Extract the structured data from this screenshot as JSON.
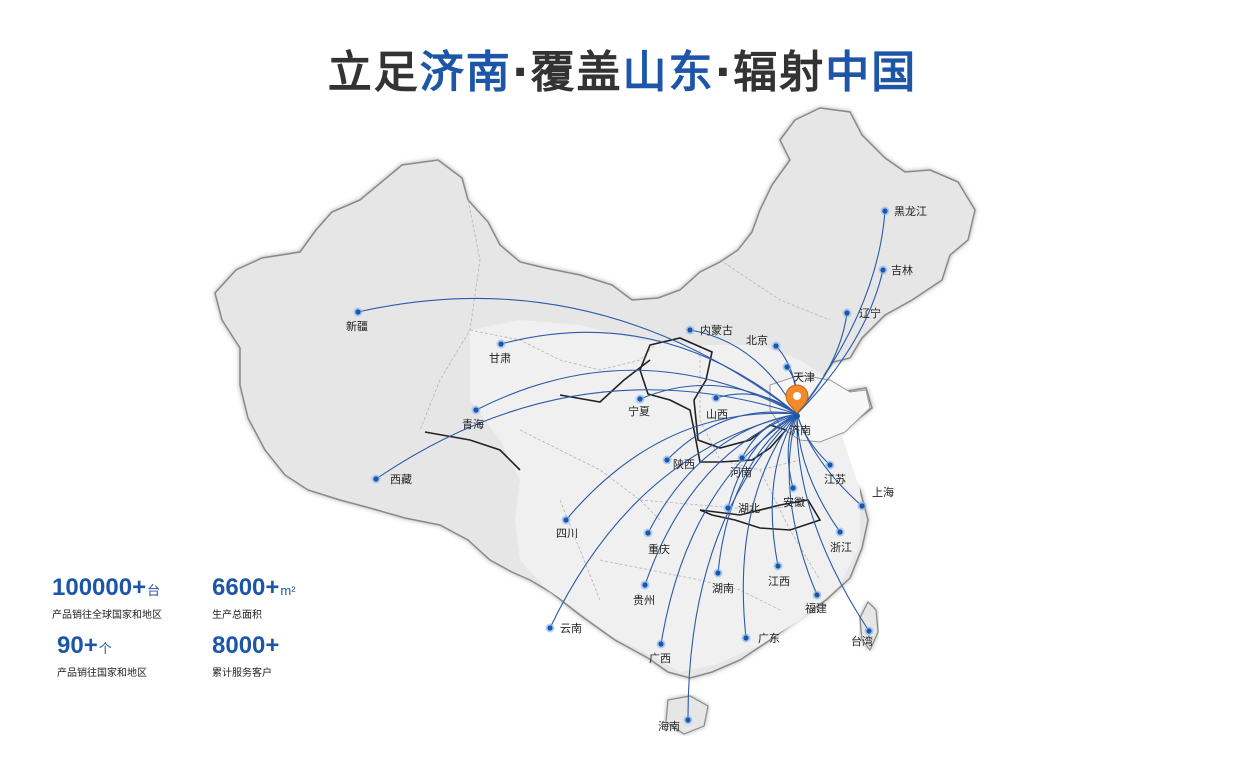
{
  "title": {
    "part1_plain": "立足",
    "part1_hl": "济南",
    "sep1": "·",
    "part2_plain": "覆盖",
    "part2_hl": "山东",
    "sep2": "·",
    "part3_plain": "辐射",
    "part3_hl": "中国"
  },
  "hub": {
    "name": "济南"
  },
  "provinces": [
    "新疆",
    "甘肃",
    "青海",
    "西藏",
    "内蒙古",
    "宁夏",
    "山西",
    "北京",
    "天津",
    "辽宁",
    "吉林",
    "黑龙江",
    "陕西",
    "河南",
    "江苏",
    "上海",
    "安徽",
    "湖北",
    "四川",
    "重庆",
    "浙江",
    "贵州",
    "湖南",
    "江西",
    "福建",
    "云南",
    "广东",
    "广西",
    "台湾",
    "海南"
  ],
  "stats": [
    {
      "number": "100000+",
      "unit": "台",
      "desc": "产品销往全球国家和地区"
    },
    {
      "number": "6600+",
      "unit": "m²",
      "desc": "生产总面积"
    },
    {
      "number": "90+",
      "unit": "个",
      "desc": "产品销往国家和地区"
    },
    {
      "number": "8000+",
      "unit": "",
      "desc": "累计服务客户"
    }
  ],
  "colors": {
    "accent": "#1d56a8",
    "title_dark": "#333333",
    "hub_marker": "#f08a2a",
    "route_line": "#2a5aa8",
    "map_fill": "#e6e6e6",
    "map_outline": "#9a9a9a"
  }
}
